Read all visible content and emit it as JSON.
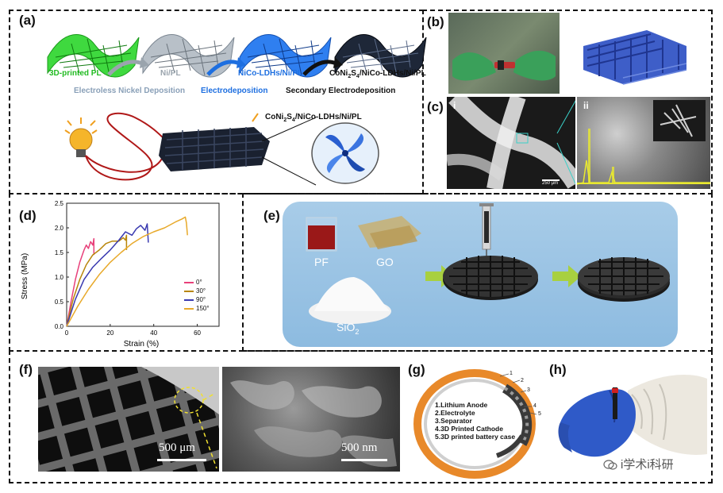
{
  "panels": {
    "a": "(a)",
    "b": "(b)",
    "c": "(c)",
    "d": "(d)",
    "e": "(e)",
    "f": "(f)",
    "g": "(g)",
    "h": "(h)"
  },
  "panel_a": {
    "stage1": "3D-printed PL",
    "stage2": "Ni/PL",
    "stage3": "NiCo-LDHs/Ni/PL",
    "stage4_main": "CoNi",
    "stage4_sub1": "2",
    "stage4_mid": "S",
    "stage4_sub2": "4",
    "stage4_end": "/NiCo-LDHs/Ni/PL",
    "step1": "Electroless Nickel Deposition",
    "step2": "Electrodeposition",
    "step3": "Secondary Electrodeposition",
    "device_label_main": "CoNi",
    "device_label_sub1": "2",
    "device_label_mid": "S",
    "device_label_sub2": "4",
    "device_label_end": "/NiCo-LDHs/Ni/PL",
    "colors": {
      "green": "#22cc22",
      "gray": "#9aa4ad",
      "blue": "#1e6fe0",
      "dark": "#1a2130",
      "step_gray": "#8aa0b8",
      "step_blue": "#1e6fe0"
    }
  },
  "panel_c": {
    "i": "i",
    "ii": "ii",
    "scale_i": "250 μm"
  },
  "panel_e": {
    "pf": "PF",
    "go": "GO",
    "sio_main": "SiO",
    "sio_sub": "2"
  },
  "panel_f": {
    "scale1": "500 μm",
    "scale2": "500 nm"
  },
  "panel_g": {
    "items": [
      "1.Lithium Anode",
      "2.Electrolyte",
      "3.Separator",
      "4.3D Printed Cathode",
      "5.3D printed battery case"
    ],
    "numbers": [
      "1",
      "2",
      "3",
      "4",
      "5"
    ]
  },
  "watermark": "i学术i科研",
  "chart_data": {
    "type": "line",
    "xlabel": "Strain (%)",
    "ylabel": "Stress (MPa)",
    "xlim": [
      0,
      70
    ],
    "ylim": [
      0,
      2.5
    ],
    "xticks": [
      "0",
      "20",
      "40",
      "60"
    ],
    "yticks": [
      "0.0",
      "0.5",
      "1.0",
      "1.5",
      "2.0",
      "2.5"
    ],
    "legend_position": "bottom-right",
    "grid": false,
    "series": [
      {
        "name": "0°",
        "color": "#e8407a",
        "x": [
          0,
          2,
          4,
          6,
          8,
          9,
          10,
          11,
          12,
          12.5,
          12.5
        ],
        "y": [
          0,
          0.5,
          0.95,
          1.3,
          1.55,
          1.65,
          1.58,
          1.72,
          1.65,
          1.78,
          1.45
        ]
      },
      {
        "name": "30°",
        "color": "#b8860b",
        "x": [
          0,
          3,
          6,
          9,
          12,
          15,
          18,
          21,
          24,
          26,
          27,
          27.5,
          27.5
        ],
        "y": [
          0,
          0.55,
          0.95,
          1.25,
          1.45,
          1.55,
          1.68,
          1.73,
          1.73,
          1.8,
          1.75,
          1.85,
          1.55
        ]
      },
      {
        "name": "90°",
        "color": "#3a3ab0",
        "x": [
          0,
          4,
          8,
          12,
          16,
          20,
          24,
          27,
          30,
          32,
          34,
          36,
          37,
          37.5
        ],
        "y": [
          0,
          0.55,
          0.95,
          1.2,
          1.38,
          1.55,
          1.75,
          1.92,
          1.85,
          1.98,
          2.05,
          1.95,
          2.08,
          1.7
        ]
      },
      {
        "name": "150°",
        "color": "#e8a92a",
        "x": [
          0,
          5,
          10,
          15,
          20,
          25,
          30,
          35,
          40,
          45,
          50,
          53,
          54.5,
          55,
          55.5
        ],
        "y": [
          0,
          0.4,
          0.75,
          1.05,
          1.3,
          1.5,
          1.68,
          1.82,
          1.92,
          2.0,
          2.12,
          2.18,
          2.22,
          2.1,
          1.85
        ]
      }
    ]
  }
}
